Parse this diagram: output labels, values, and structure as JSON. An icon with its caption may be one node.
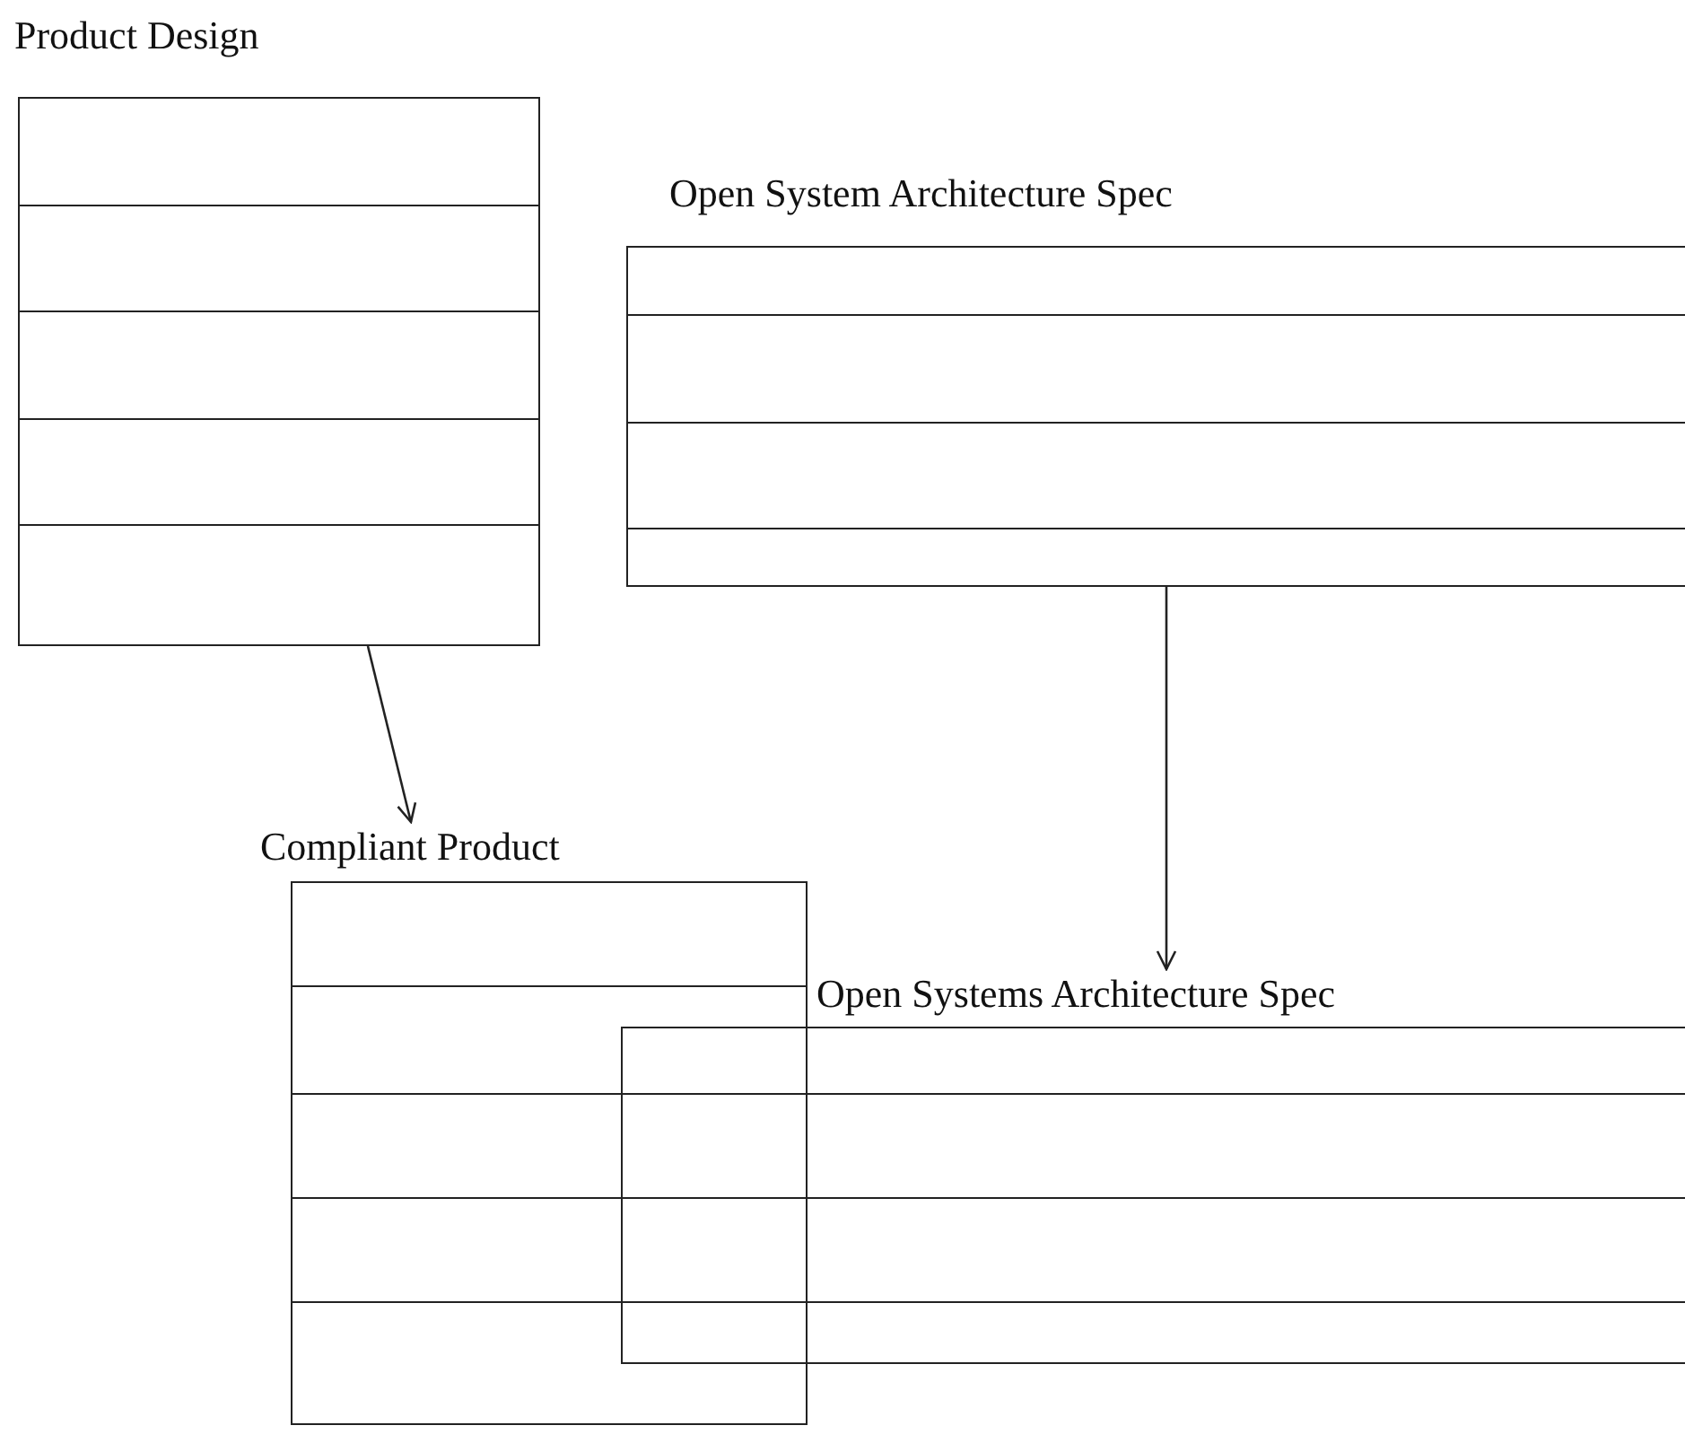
{
  "diagram": {
    "nodes": [
      {
        "text": [
          "Product Design"
        ]
      },
      {
        "text": [
          "Open System Architecture Spec"
        ]
      },
      {
        "text": [
          "Compliant Product"
        ]
      },
      {
        "text": [
          "Open Systems Architecture Spec"
        ]
      }
    ],
    "edges": [
      {
        "from": 0,
        "to": 2,
        "arrow": "to"
      },
      {
        "from": 1,
        "to": 3,
        "arrow": "to"
      }
    ]
  }
}
